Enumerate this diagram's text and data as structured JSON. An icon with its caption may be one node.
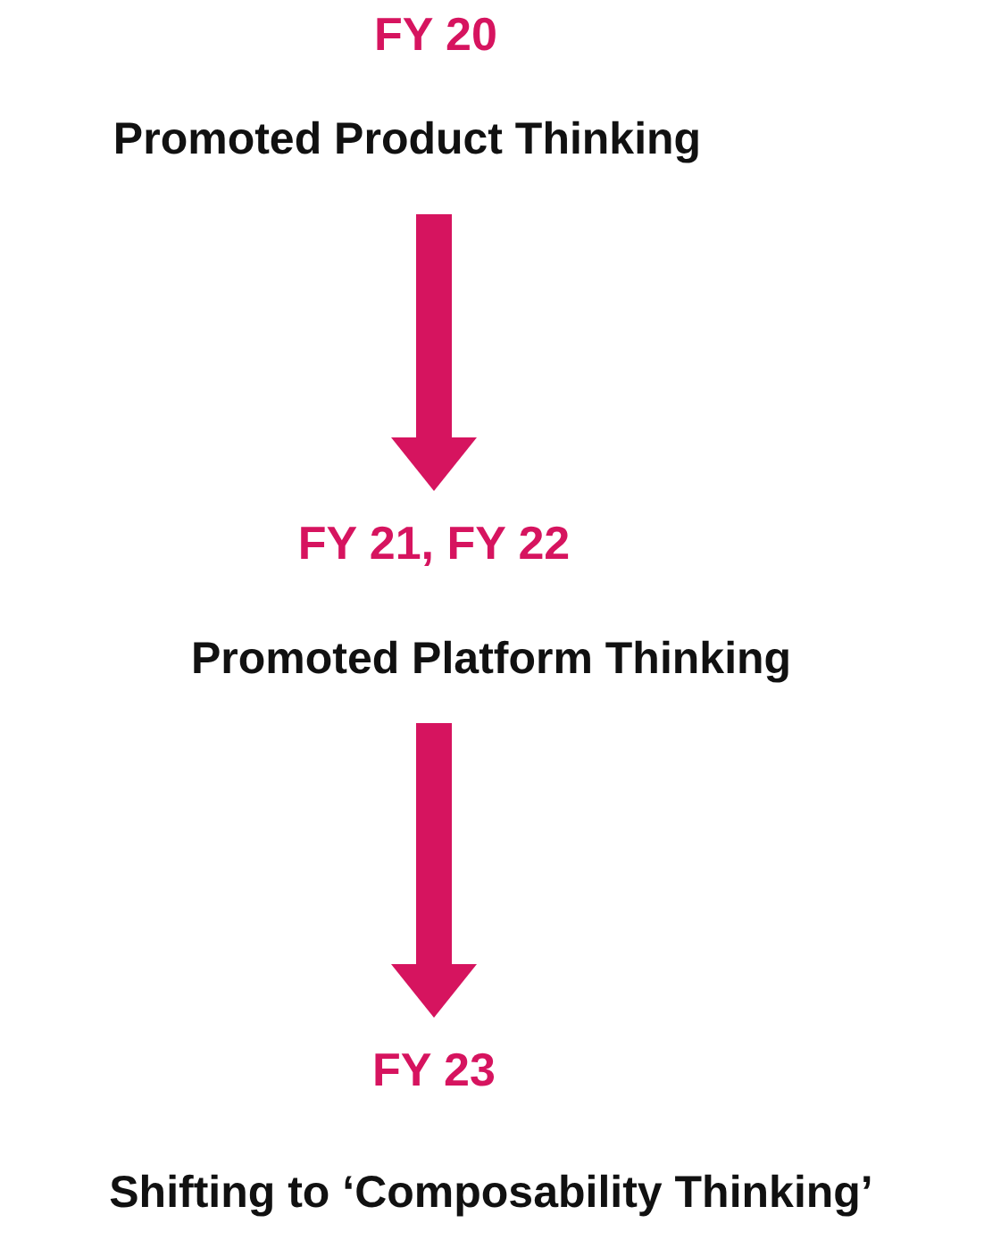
{
  "diagram": {
    "nodes": [
      {
        "text": [
          "FY 20",
          "Promoted Product Thinking"
        ]
      },
      {
        "text": [
          "FY 21, FY 22",
          "Promoted Platform Thinking"
        ]
      },
      {
        "text": [
          "FY 23",
          "Shifting to ‘Composability Thinking’"
        ]
      }
    ],
    "edges": [
      {
        "from": 0,
        "to": 1,
        "arrow": "to"
      },
      {
        "from": 1,
        "to": 2,
        "arrow": "to"
      }
    ]
  }
}
